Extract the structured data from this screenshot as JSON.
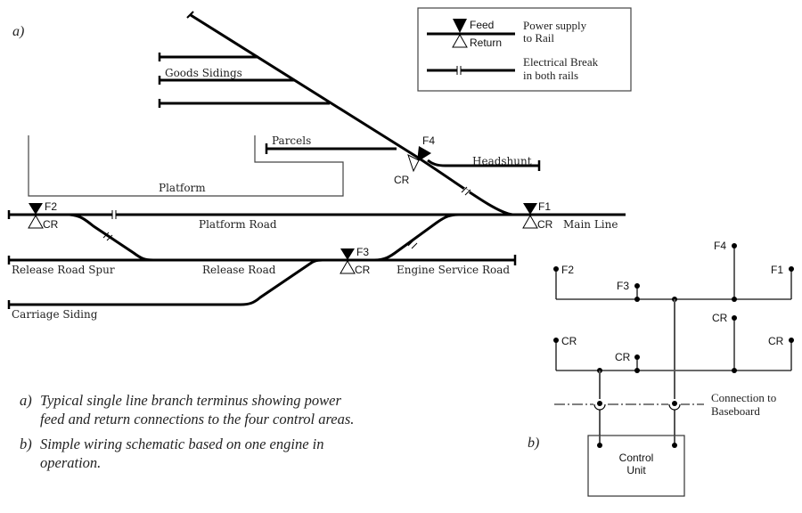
{
  "figure": {
    "panel_a_label": "a)",
    "panel_b_label": "b)"
  },
  "legend": {
    "feed_label": "Feed",
    "return_label": "Return",
    "power_desc_line1": "Power supply",
    "power_desc_line2": "to Rail",
    "break_desc_line1": "Electrical Break",
    "break_desc_line2": "in both rails"
  },
  "layout_labels": {
    "goods_sidings": "Goods Sidings",
    "parcels": "Parcels",
    "headshunt": "Headshunt",
    "platform": "Platform",
    "platform_road": "Platform Road",
    "main_line": "Main Line",
    "release_road_spur": "Release Road Spur",
    "release_road": "Release Road",
    "engine_service_road": "Engine Service Road",
    "carriage_siding": "Carriage Siding"
  },
  "feed_points": {
    "f1": "F1",
    "f2": "F2",
    "f3": "F3",
    "f4": "F4",
    "cr": "CR"
  },
  "schematic": {
    "feeds": [
      "F2",
      "F3",
      "F4",
      "F1"
    ],
    "returns": [
      "CR",
      "CR",
      "CR",
      "CR"
    ],
    "connection_line1": "Connection to",
    "connection_line2": "Baseboard",
    "control_unit_line1": "Control",
    "control_unit_line2": "Unit"
  },
  "captions": {
    "a_prefix": "a)",
    "a_line1": "Typical single line branch terminus showing power",
    "a_line2": "feed and return connections to the four control areas.",
    "b_prefix": "b)",
    "b_line1": "Simple wiring schematic based on one engine in",
    "b_line2": "operation."
  }
}
